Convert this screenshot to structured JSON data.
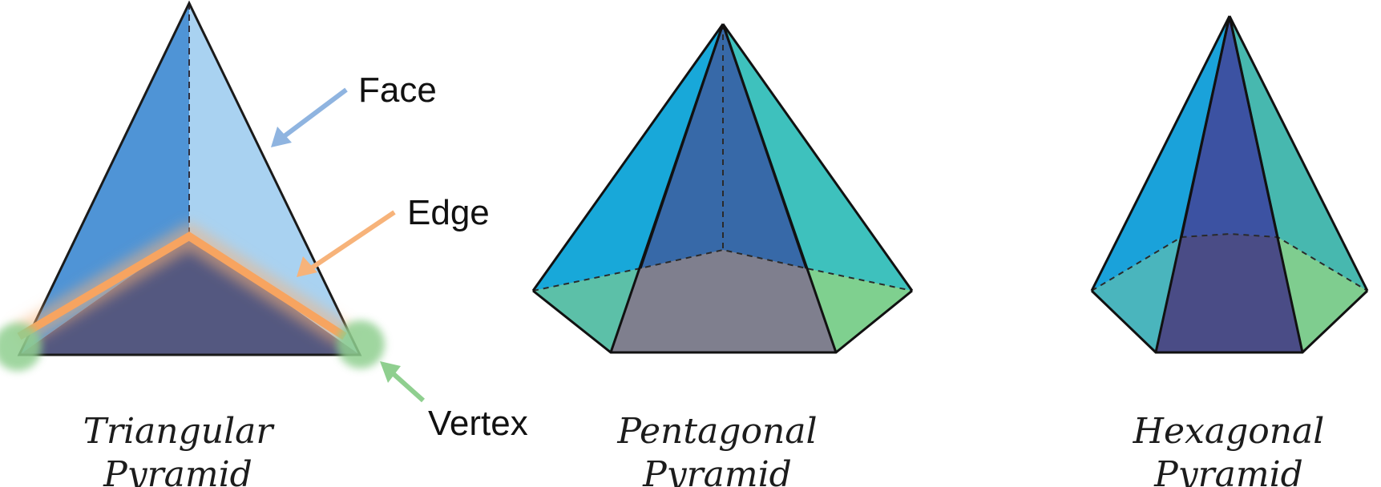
{
  "labels": {
    "face": "Face",
    "edge": "Edge",
    "vertex": "Vertex"
  },
  "pyramids": [
    {
      "id": "triangular",
      "caption_line1": "Triangular",
      "caption_line2": "Pyramid"
    },
    {
      "id": "pentagonal",
      "caption_line1": "Pentagonal",
      "caption_line2": "Pyramid"
    },
    {
      "id": "hexagonal",
      "caption_line1": "Hexagonal",
      "caption_line2": "Pyramid"
    }
  ],
  "colors": {
    "face_arrow": "#8fb4e0",
    "edge_highlight": "#f7b37a",
    "vertex_highlight": "#8fcf8f"
  }
}
